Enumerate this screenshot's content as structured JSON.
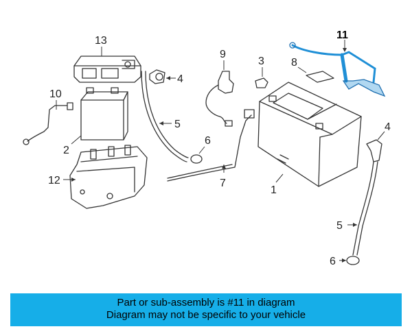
{
  "diagram": {
    "callouts": {
      "c1": "1",
      "c2": "2",
      "c3": "3",
      "c4a": "4",
      "c4b": "4",
      "c5a": "5",
      "c5b": "5",
      "c6a": "6",
      "c6b": "6",
      "c7": "7",
      "c8": "8",
      "c9": "9",
      "c10": "10",
      "c11": "11",
      "c12": "12",
      "c13": "13"
    },
    "highlight_color": "#1f8fd6"
  },
  "banner": {
    "line1": "Part or sub-assembly is #11 in diagram",
    "line2": "Diagram may not be specific to your vehicle",
    "color": "#16aee8"
  }
}
